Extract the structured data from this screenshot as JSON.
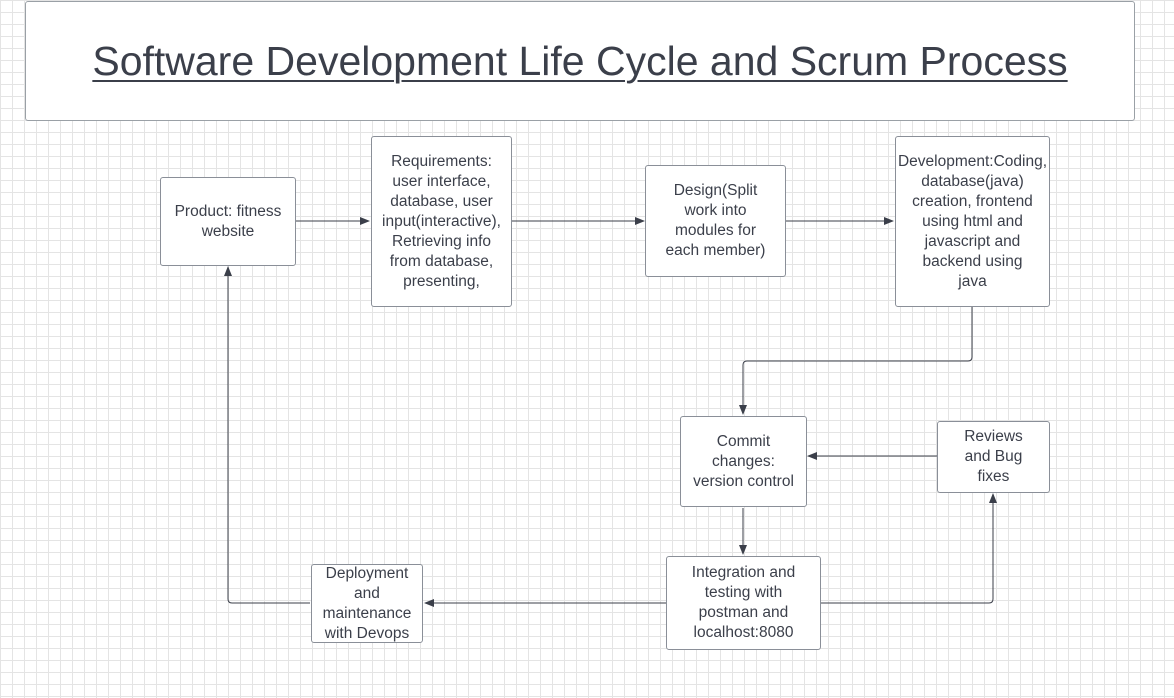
{
  "title": "Software Development Life Cycle and Scrum Process",
  "nodes": {
    "product": "Product: fitness\nwebsite",
    "requirements": "Requirements:\nuser interface,\ndatabase, user\ninput(interactive),\nRetrieving info\nfrom database,\npresenting,",
    "design": "Design(Split\nwork into\nmodules for\neach member)",
    "development": "Development:Coding,\ndatabase(java)\ncreation, frontend\nusing html and\njavascript and\nbackend using\njava",
    "commit": "Commit\nchanges:\nversion control",
    "reviews": "Reviews\nand Bug\nfixes",
    "integration": "Integration and\ntesting with\npostman and\nlocalhost:8080",
    "deployment": "Deployment\nand\nmaintenance\nwith Devops"
  },
  "colors": {
    "stroke": "#3b3f4a",
    "border": "#8a8f98",
    "grid": "#e4e4e4"
  }
}
